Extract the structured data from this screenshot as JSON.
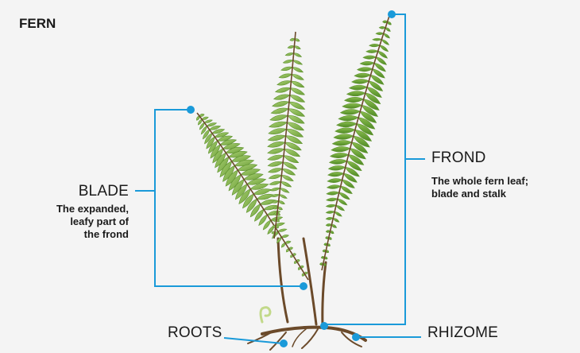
{
  "title": "FERN",
  "labels": {
    "blade": {
      "name": "BLADE",
      "description": "The expanded,\nleafy part of\nthe frond"
    },
    "frond": {
      "name": "FROND",
      "description": "The whole fern leaf;\nblade and stalk"
    },
    "roots": {
      "name": "ROOTS"
    },
    "rhizome": {
      "name": "RHIZOME"
    }
  },
  "colors": {
    "callout": "#1a9ad9",
    "leaf_dark": "#5a8f2e",
    "leaf_light": "#9bc766",
    "stem": "#6b4a2a",
    "background": "#f4f4f4"
  }
}
